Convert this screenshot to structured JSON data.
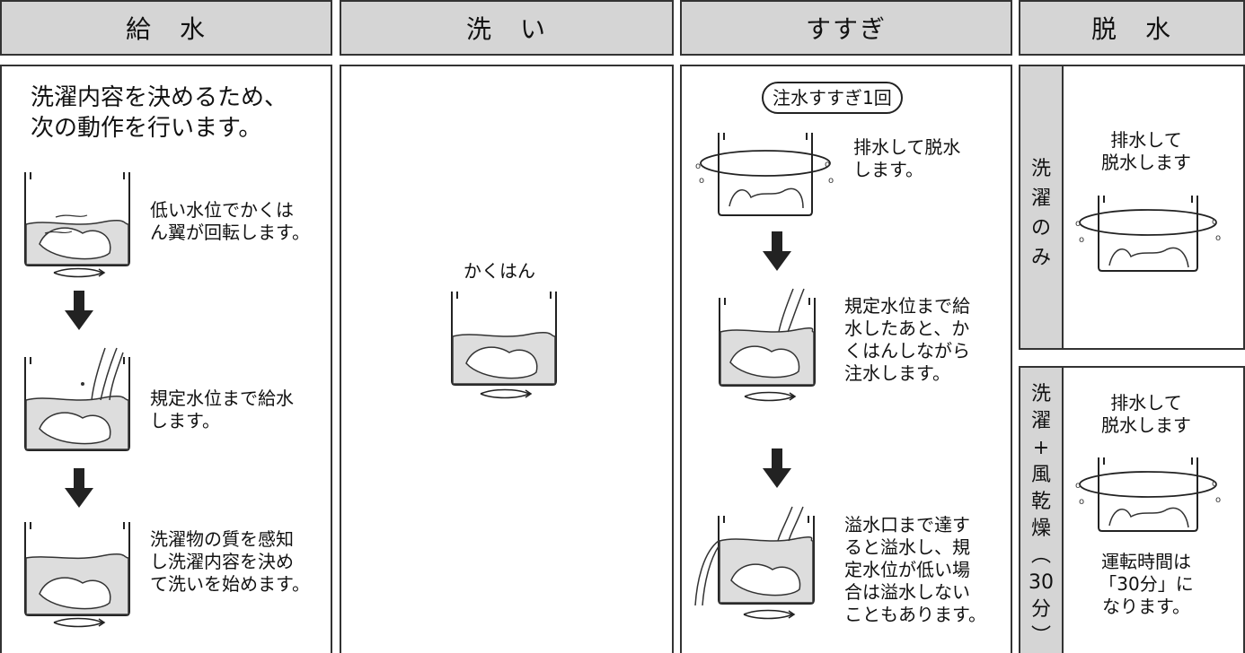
{
  "headers": [
    "給　水",
    "洗　い",
    "すすぎ",
    "脱　水"
  ],
  "col1": {
    "intro": [
      "洗濯内容を決めるため、",
      "次の動作を行います。"
    ],
    "step1": [
      "低い水位でかくは",
      "ん翼が回転します。"
    ],
    "step2": [
      "規定水位まで給水",
      "します。"
    ],
    "step3": [
      "洗濯物の質を感知",
      "し洗濯内容を決め",
      "て洗いを始めます。"
    ]
  },
  "col2": {
    "label": "かくはん"
  },
  "col3": {
    "pill": "注水すすぎ1回",
    "step1": [
      "排水して脱水",
      "します。"
    ],
    "step2": [
      "規定水位まで給",
      "水したあと、か",
      "くはんしながら",
      "注水します。"
    ],
    "step3": [
      "溢水口まで達す",
      "ると溢水し、規",
      "定水位が低い場",
      "合は溢水しない",
      "こともあります。"
    ]
  },
  "col4": {
    "top_side": [
      "洗",
      "濯",
      "の",
      "み"
    ],
    "top_text": [
      "排水して",
      "脱水します"
    ],
    "bottom_side": [
      "洗",
      "濯",
      "+",
      "風",
      "乾",
      "燥",
      "︵",
      "30",
      "分",
      "︶"
    ],
    "bottom_text": [
      "排水して",
      "脱水します"
    ],
    "bottom_note": [
      "運転時間は",
      "「30分」に",
      "なります。"
    ]
  }
}
